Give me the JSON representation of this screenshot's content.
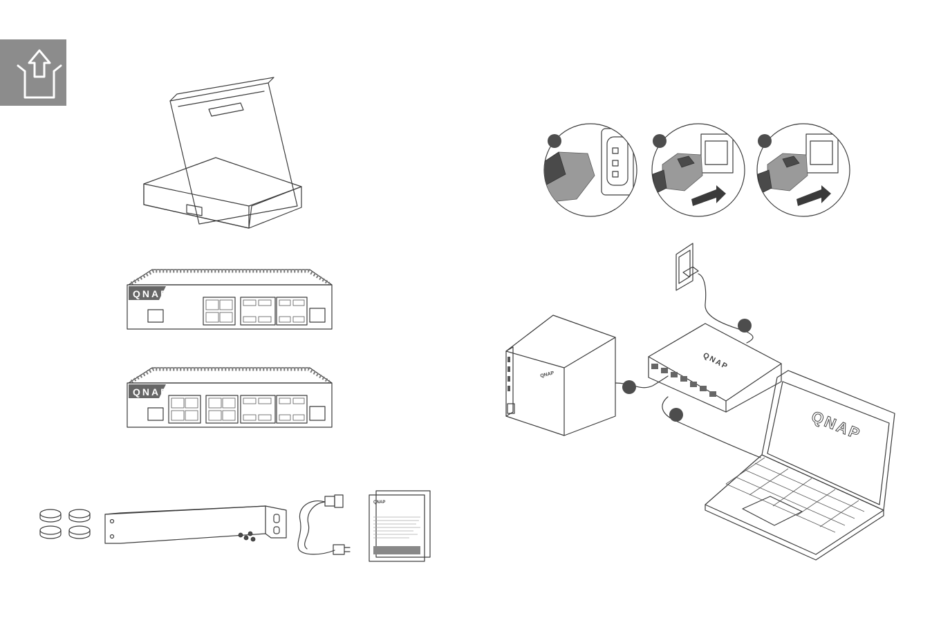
{
  "page": {
    "background": "#ffffff",
    "badge_color": "#8c8c8c"
  },
  "unboxing": {
    "badge_icon": "unbox-upload-icon",
    "items": [
      {
        "name": "package-box",
        "icon": "open-box"
      },
      {
        "name": "switch-model-a",
        "icon": "network-switch"
      },
      {
        "name": "switch-model-b",
        "icon": "network-switch"
      },
      {
        "name": "rubber-feet",
        "icon": "rubber-feet-x4"
      },
      {
        "name": "rack-mount-kit",
        "icon": "bracket-and-screws"
      },
      {
        "name": "power-cord",
        "icon": "power-cord"
      },
      {
        "name": "quick-installation-guide",
        "icon": "quick-guide"
      }
    ],
    "guide_brand": "QNAP"
  },
  "installation": {
    "connect_steps": [
      {
        "step": 1,
        "action": "power-cable-into-socket",
        "step_number_printed": false
      },
      {
        "step": 2,
        "action": "ethernet-into-port",
        "step_number_printed": false
      },
      {
        "step": 3,
        "action": "ethernet-into-port",
        "step_number_printed": false
      }
    ],
    "diagram": {
      "switch_brand": "QNAP",
      "nas_brand": "QNAP",
      "laptop_brand": "QNAP",
      "callouts": 3
    }
  }
}
